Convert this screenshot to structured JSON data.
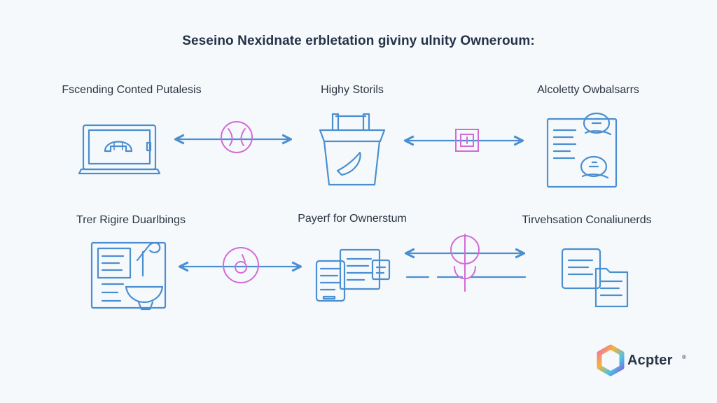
{
  "title": "Seseino Nexidnate erbletation giviny ulnity Owneroum:",
  "nodes": [
    {
      "label": "Fscending Conted Putalesis",
      "icon": "laptop-icon"
    },
    {
      "label": "Highy Storils",
      "icon": "bucket-icon"
    },
    {
      "label": "Alcoletty Owbalsarrs",
      "icon": "document-people-icon"
    },
    {
      "label": "Trer Rigire Duarlbings",
      "icon": "document-plumbing-icon"
    },
    {
      "label": "Payerf for Ownerstum",
      "icon": "tablet-documents-icon"
    },
    {
      "label": "Tirvehsation Conaliunerds",
      "icon": "folders-icon"
    }
  ],
  "connectors": [
    {
      "icon": "circle-x-icon",
      "direction": "both"
    },
    {
      "icon": "square-frame-icon",
      "direction": "both"
    },
    {
      "icon": "circle-dot-icon",
      "direction": "both"
    },
    {
      "icon": "circle-split-icon",
      "direction": "both"
    }
  ],
  "colors": {
    "line": "#4b8fd0",
    "accent": "#d46ad6",
    "text": "#2b3542"
  },
  "logo": {
    "text": "Acpter",
    "tm": "®"
  }
}
